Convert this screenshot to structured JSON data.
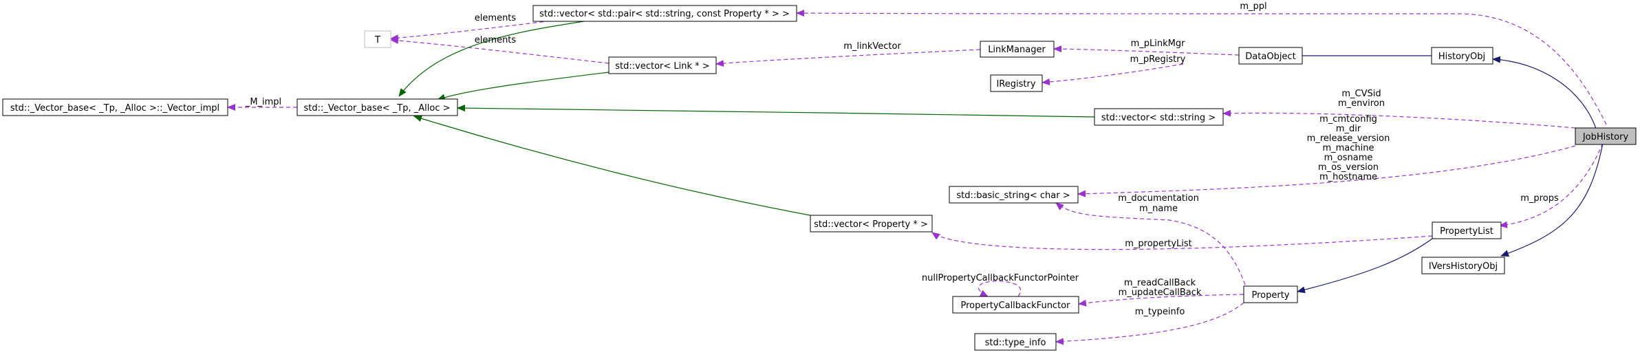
{
  "colors": {
    "usage": "#9a32cd",
    "inherit_public": "#191970",
    "inherit_template": "#006400",
    "current_fill": "#bfbfbf",
    "template_param_border": "#bfbfbf"
  },
  "nodes": {
    "vector_pair": "std::vector< std::pair< std::string, const Property * > >",
    "T": "T",
    "link_manager": "LinkManager",
    "vector_link": "std::vector< Link * >",
    "data_object": "DataObject",
    "history_obj": "HistoryObj",
    "iregistry": "IRegistry",
    "vector_base_impl": "std::_Vector_base< _Tp, _Alloc >::_Vector_impl",
    "vector_base": "std::_Vector_base< _Tp, _Alloc >",
    "vector_string": "std::vector< std::string >",
    "job_history": "JobHistory",
    "basic_string": "std::basic_string< char >",
    "vector_property": "std::vector< Property * >",
    "property_list": "PropertyList",
    "ivers_history_obj": "IVersHistoryObj",
    "property_callback_functor": "PropertyCallbackFunctor",
    "property": "Property",
    "type_info": "std::type_info"
  },
  "edge_labels": {
    "m_ppl": "m_ppl",
    "elements_pair": "elements",
    "elements_link": "elements",
    "m_linkVector": "m_linkVector",
    "m_pLinkMgr": "m_pLinkMgr",
    "m_pRegistry": "m_pRegistry",
    "M_impl": "_M_impl",
    "m_string_members": [
      "m_CVSid",
      "m_environ"
    ],
    "m_basic_string_members": [
      "m_cmtconfig",
      "m_dir",
      "m_release_version",
      "m_machine",
      "m_osname",
      "m_os_version",
      "m_hostname"
    ],
    "m_props": "m_props",
    "m_property_string_members": [
      "m_documentation",
      "m_name"
    ],
    "m_propertyList": "m_propertyList",
    "null_callback": "nullPropertyCallbackFunctorPointer",
    "callbacks": [
      "m_readCallBack",
      "m_updateCallBack"
    ],
    "m_typeinfo": "m_typeinfo"
  }
}
